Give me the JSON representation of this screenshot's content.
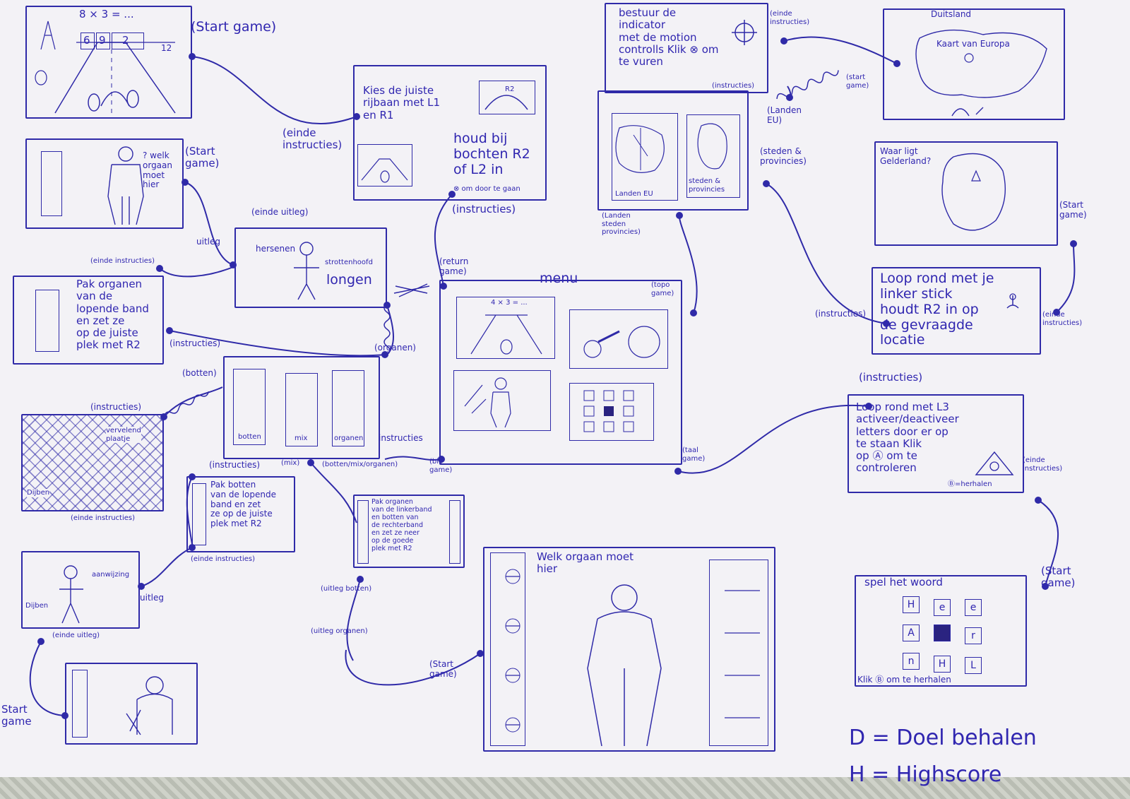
{
  "colors": {
    "ink": "#3026b0",
    "paper": "#f3f2f6"
  },
  "race": {
    "question": "8 × 3 = ...",
    "lanes": [
      "6",
      "9",
      "2"
    ],
    "side": "12",
    "link_start": "(Start game)"
  },
  "race_instructions": {
    "text_a": "Kies de juiste\nrijbaan met L1\nen R1",
    "text_b": "houd bij\nbochten R2\nof L2 in",
    "text_c": "⊗ om door te gaan",
    "badge": "R2",
    "link_end": "(einde\ninstructies)",
    "link_instr": "(instructies)"
  },
  "organ_which": {
    "text": "? welk\norgaan\nmoet\nhier",
    "link_start": "(Start\ngame)",
    "link_uitleg": "uitleg",
    "link_einde_uitleg": "(einde uitleg)"
  },
  "organ_explain": {
    "label_left": "hersenen",
    "label_right": "strottenhoofd",
    "label_right2": "longen"
  },
  "organ_instr": {
    "text": "Pak organen\nvan de\nlopende band\nen zet ze\nop de juiste\nplek met R2",
    "link_end": "(einde instructies)",
    "link_instr": "(instructies)"
  },
  "organs_menu": {
    "slots": [
      "botten",
      "mix",
      "organen"
    ],
    "link_botten": "(botten)",
    "link_organen": "(organen)",
    "link_instructies": "(instructies)",
    "link_instructies2": "instructies",
    "link_mix": "(mix)",
    "link_bmo": "(botten/mix/organen)",
    "link_bio": "(bio\ngame)"
  },
  "bones_hatched": {
    "label_top": "vervelend\nplaatje",
    "label_left": "Dijben",
    "link_instr": "(instructies)",
    "link_end": "(einde instructies)"
  },
  "bones_instr": {
    "text": "Pak botten\nvan de lopende\nband en zet\nze op de juiste\nplek met R2",
    "link_end": "(einde instructies)"
  },
  "bones_explain": {
    "label_right": "aanwijzing",
    "label_left": "Dijben",
    "link_uitleg": "uitleg",
    "link_einde": "(einde uitleg)"
  },
  "bones_game": {
    "link_start": "Start\ngame"
  },
  "mix_instr": {
    "text": "Pak organen\nvan de linkerband\nen botten van\nde rechterband\nen zet ze neer\nop de goede\nplek met R2",
    "link_uitleg_botten": "(uitleg botten)",
    "link_uitleg_organen": "(uitleg organen)"
  },
  "menu": {
    "title": "menu",
    "thumb_question": "4 × 3 = ...",
    "link_return": "(return\ngame)",
    "link_topo": "(topo\ngame)",
    "link_taal": "(taal\ngame)"
  },
  "organ_game": {
    "title": "Welk orgaan moet\nhier",
    "link_start": "(Start\ngame)"
  },
  "topo_instr": {
    "text": "bestuur de\nindicator\nmet de motion\ncontrolls Klik ⊗ om\nte vuren",
    "link_end": "(einde\ninstructies)",
    "link_instr": "(instructies)"
  },
  "topo_map": {
    "country": "Duitsland",
    "label": "Kaart van Europa",
    "link_start": "(start\ngame)"
  },
  "topo_choice": {
    "left": "Landen EU",
    "right": "steden &\nprovincies",
    "link_landen": "(Landen\nEU)",
    "link_steden": "(steden &\nprovincies)",
    "link_menu": "(Landen\nsteden\nprovincies)"
  },
  "gelderland": {
    "question": "Waar ligt\nGelderland?",
    "link_start": "(Start\ngame)"
  },
  "walk_instr": {
    "text": "Loop rond met je\nlinker stick\nhoudt R2 in op\nde gevraagde\nlocatie",
    "link_instr": "(instructies)",
    "link_end": "(einde\ninstructies)"
  },
  "letters_instr": {
    "text": "Loop rond met L3\nactiveer/deactiveer\nletters door er op\nte staan Klik\nop Ⓐ om te\ncontroleren",
    "text_b": "Ⓑ=herhalen",
    "link_instr": "(instructies)",
    "link_end": "(einde\ninstructies)"
  },
  "spell": {
    "title": "spel het woord",
    "tiles": [
      "H",
      "e",
      "e",
      "A",
      "",
      "r",
      "n",
      "H",
      "L"
    ],
    "footer": "Klik Ⓑ om te herhalen",
    "link_start": "(Start\ngame)"
  },
  "legend": {
    "line1": "D = Doel behalen",
    "line2": "H = Highscore"
  }
}
